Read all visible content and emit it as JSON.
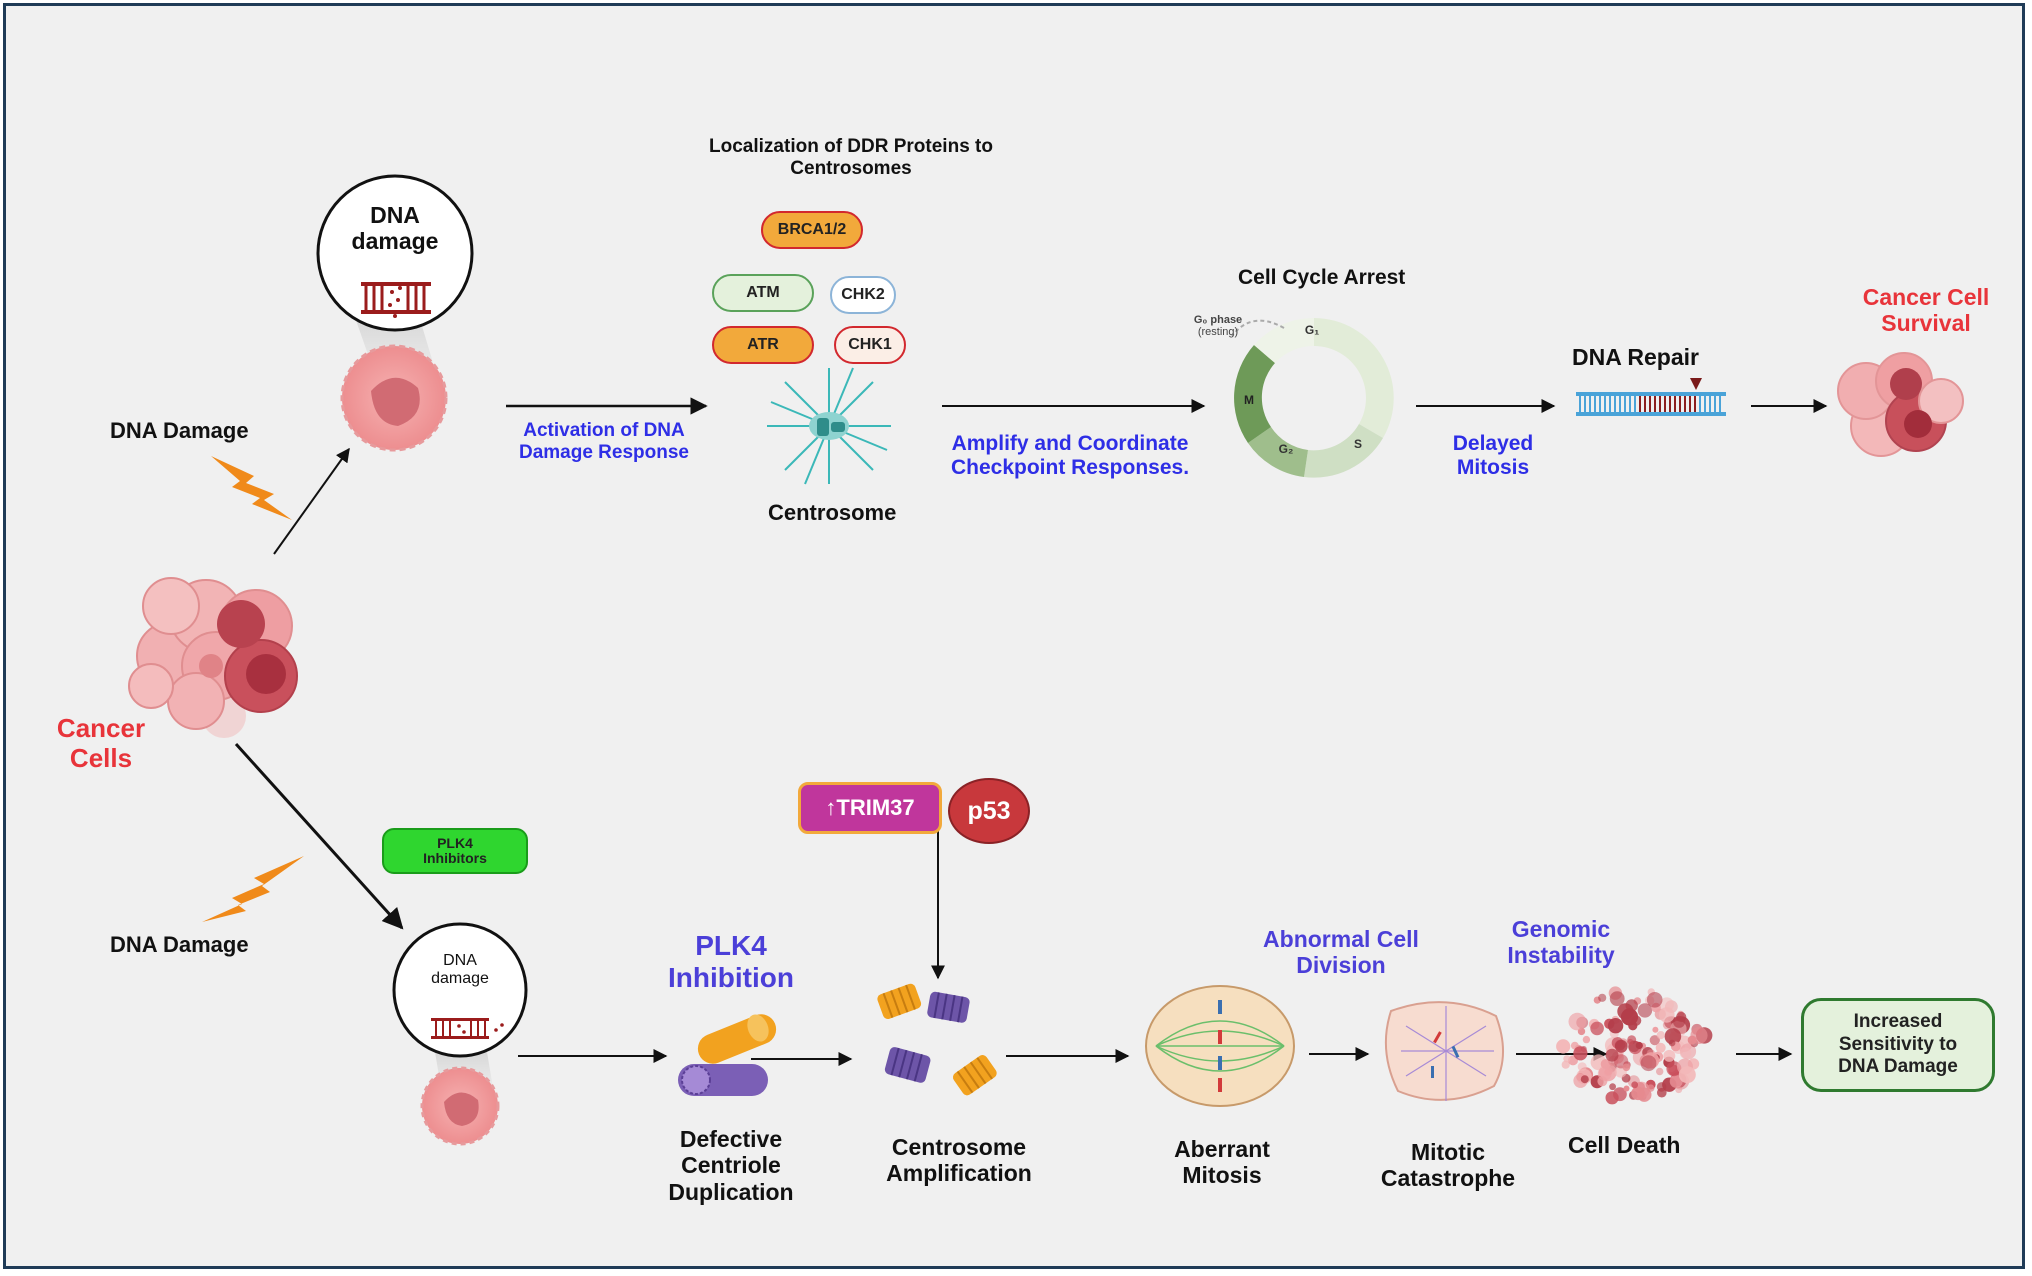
{
  "top": {
    "bubble_title": "DNA damage",
    "dna_damage_label": "DNA Damage",
    "activation_label": "Activation of DNA Damage Response",
    "localization_title": "Localization of DDR Proteins to Centrosomes",
    "proteins": [
      "BRCA1/2",
      "ATM",
      "CHK2",
      "ATR",
      "CHK1"
    ],
    "centrosome_label": "Centrosome",
    "amplify_label": "Amplify and Coordinate Checkpoint Responses.",
    "cell_cycle_title": "Cell Cycle Arrest",
    "cycle_phases": [
      "G₁",
      "S",
      "G₂",
      "M"
    ],
    "g0_label": "G₀ phase",
    "g0_sub": "(resting)",
    "delayed_mitosis": "Delayed Mitosis",
    "dna_repair": "DNA Repair",
    "survival": "Cancer Cell Survival"
  },
  "left": {
    "cancer_cells": "Cancer Cells"
  },
  "bottom": {
    "dna_damage_label": "DNA Damage",
    "plk4_inhibitors": "PLK4 Inhibitors",
    "bubble_title": "DNA damage",
    "plk4_inhibition": "PLK4 Inhibition",
    "defective": "Defective Centriole Duplication",
    "trim37": "↑TRIM37",
    "p53": "p53",
    "centrosome_amp": "Centrosome Amplification",
    "abnormal_division": "Abnormal Cell Division",
    "genomic_instability": "Genomic Instability",
    "aberrant_mitosis": "Aberrant Mitosis",
    "mitotic_catastrophe": "Mitotic Catastrophe",
    "cell_death": "Cell Death",
    "increased_sensitivity": "Increased Sensitivity to DNA Damage"
  },
  "colors": {
    "frame": "#1f3b57",
    "blue_text": "#2e2ee6",
    "red_text": "#e8343a",
    "orange_pill": "#f2a93b",
    "green_pill": "#2fd62f",
    "trim37": "#c0369c",
    "p53": "#c8383c"
  }
}
